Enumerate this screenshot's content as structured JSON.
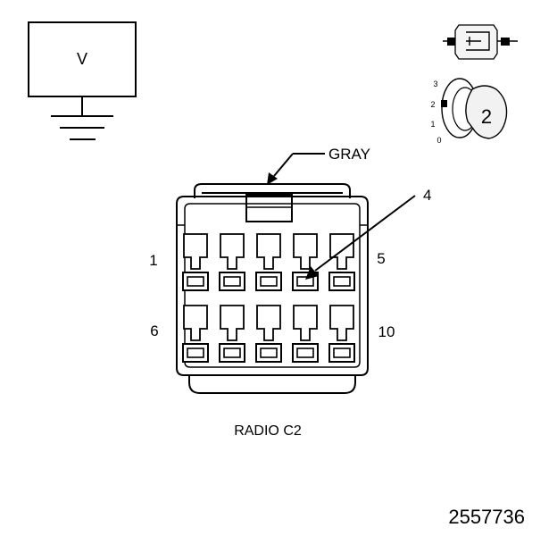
{
  "meter": {
    "label": "V"
  },
  "dial": {
    "positions": [
      "3",
      "2",
      "1",
      "0"
    ],
    "selected": "2"
  },
  "connector": {
    "color_label": "GRAY",
    "pin_callout": "4",
    "pin_labels": {
      "top_left": "1",
      "top_right": "5",
      "bottom_left": "6",
      "bottom_right": "10"
    },
    "name": "RADIO C2"
  },
  "figure_id": "2557736"
}
